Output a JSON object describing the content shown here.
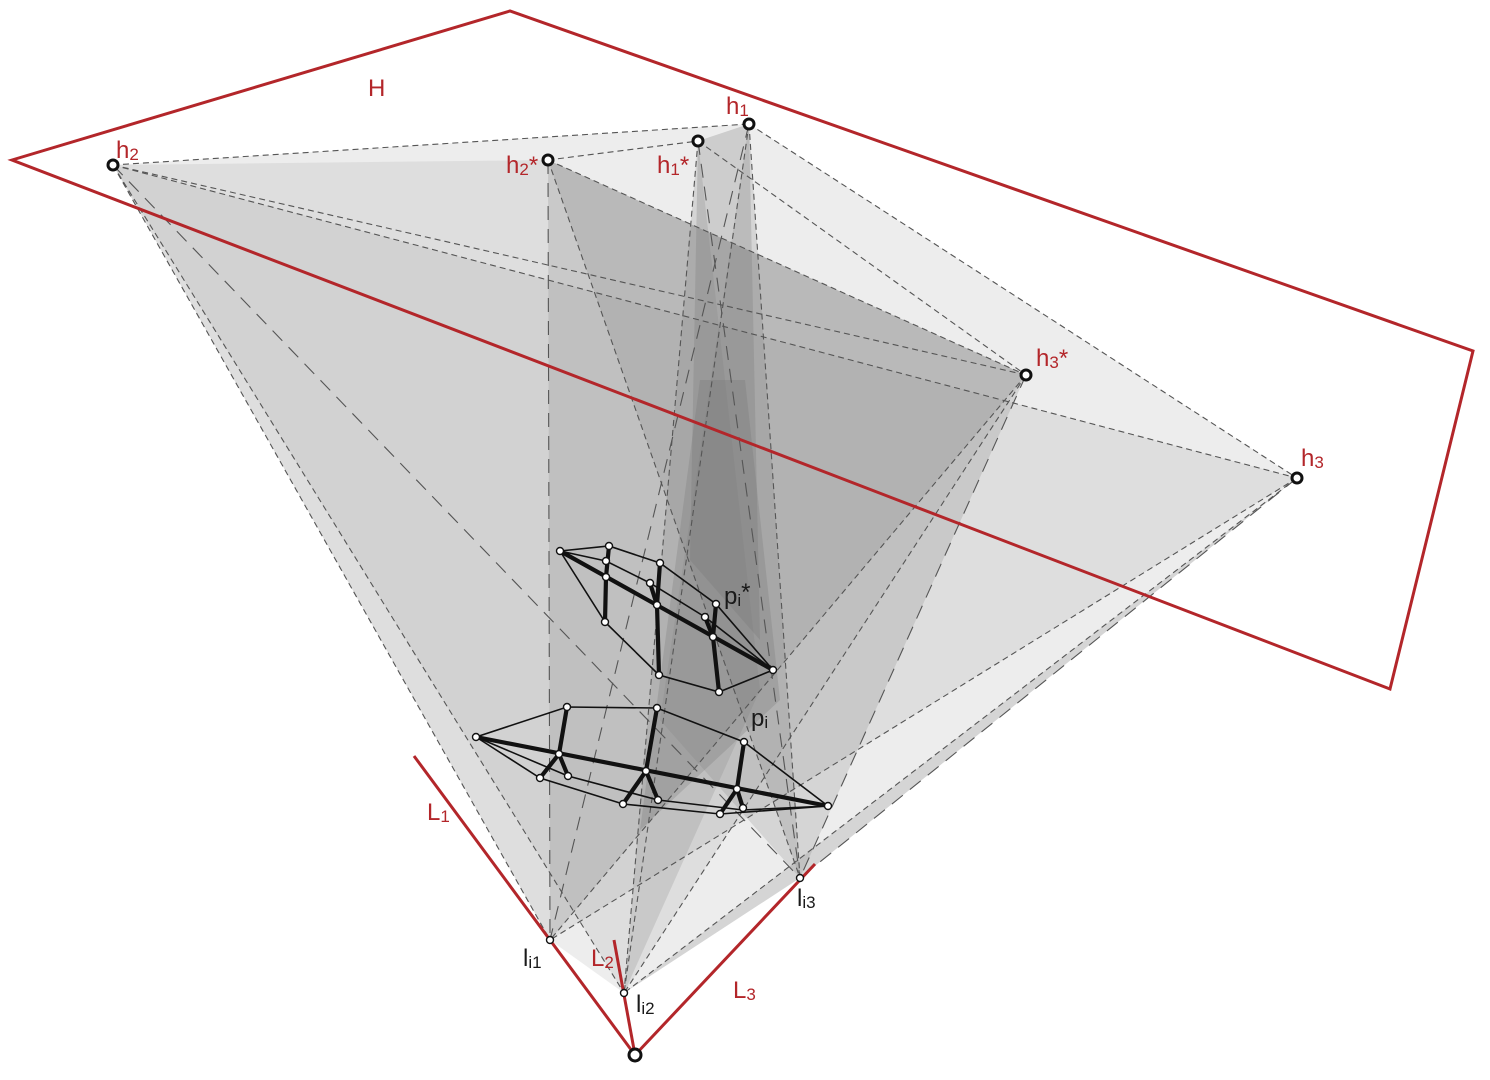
{
  "diagram": {
    "title": "",
    "colors": {
      "plane_and_axes": "#b3262a",
      "labels_red": "#b3262a",
      "labels_black": "#1a1a1a",
      "projection_faces": "#9a9a9a",
      "net_edges": "#111111"
    },
    "plane": {
      "label": "H"
    },
    "points": {
      "h1": {
        "base": "h",
        "sub": "1",
        "star": ""
      },
      "h2": {
        "base": "h",
        "sub": "2",
        "star": ""
      },
      "h3": {
        "base": "h",
        "sub": "3",
        "star": ""
      },
      "h1s": {
        "base": "h",
        "sub": "1",
        "star": "*"
      },
      "h2s": {
        "base": "h",
        "sub": "2",
        "star": "*"
      },
      "h3s": {
        "base": "h",
        "sub": "3",
        "star": "*"
      }
    },
    "axes": {
      "L1": {
        "base": "L",
        "sub": "1"
      },
      "L2": {
        "base": "L",
        "sub": "2"
      },
      "L3": {
        "base": "L",
        "sub": "3"
      }
    },
    "axis_points": {
      "li1": {
        "base": "l",
        "sub": "i1"
      },
      "li2": {
        "base": "l",
        "sub": "i2"
      },
      "li3": {
        "base": "l",
        "sub": "i3"
      }
    },
    "nets": {
      "upper": {
        "base": "p",
        "sub": "i",
        "star": "*"
      },
      "lower": {
        "base": "p",
        "sub": "i",
        "star": ""
      }
    }
  }
}
